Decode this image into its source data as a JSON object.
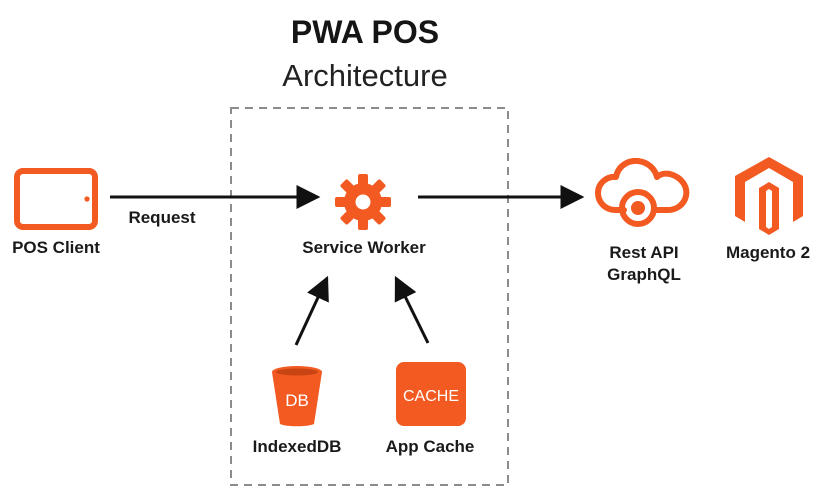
{
  "header": {
    "title": "PWA POS",
    "subtitle": "Architecture"
  },
  "nodes": {
    "pos_client": {
      "label": "POS Client",
      "icon": "tablet-icon"
    },
    "service_worker": {
      "label": "Service Worker",
      "icon": "gear-icon"
    },
    "rest_api": {
      "label_line1": "Rest API",
      "label_line2": "GraphQL",
      "icon": "cloud-icon"
    },
    "magento": {
      "label": "Magento 2",
      "icon": "magento-logo-icon"
    },
    "indexeddb": {
      "label": "IndexedDB",
      "icon": "database-bucket-icon",
      "glyph": "DB"
    },
    "app_cache": {
      "label": "App Cache",
      "icon": "cache-icon",
      "glyph": "CACHE"
    }
  },
  "edges": {
    "request_label": "Request"
  },
  "colors": {
    "accent": "#F25A22",
    "text": "#1A1A1A",
    "boundary": "#8C8C8C"
  }
}
